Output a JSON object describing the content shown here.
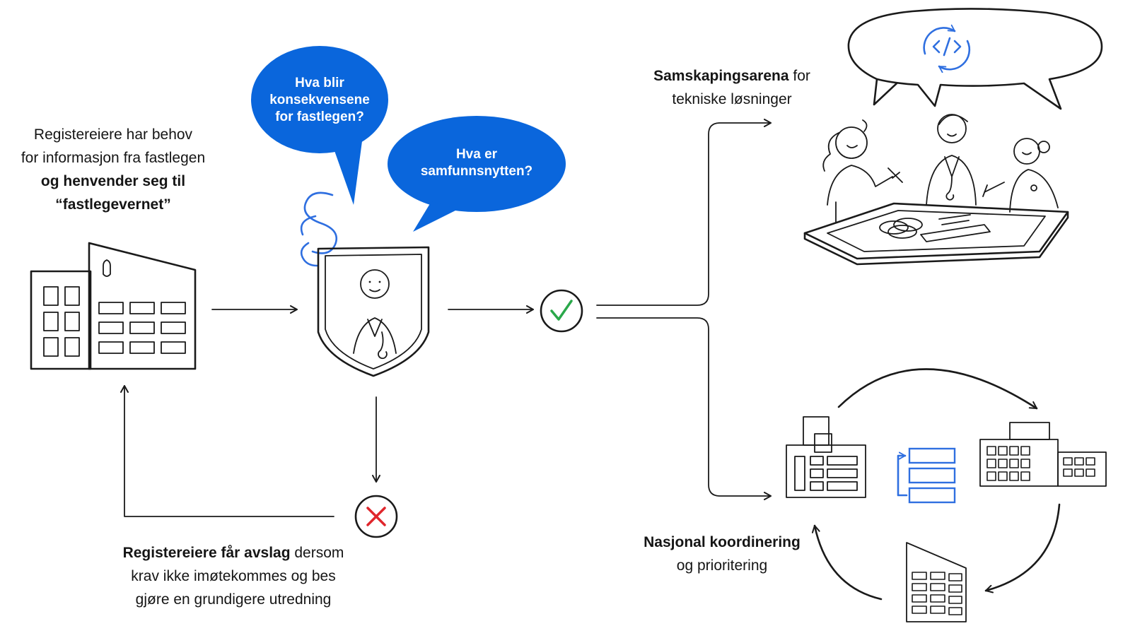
{
  "left_caption": {
    "line1": "Registereiere har behov",
    "line2": "for informasjon fra fastlegen",
    "line3_bold": "og henvender seg til",
    "line4_bold": "“fastlegevernet”"
  },
  "bubble_1": {
    "line1": "Hva blir",
    "line2": "konsekvensene",
    "line3": "for fastlegen?"
  },
  "bubble_2": {
    "line1": "Hva er",
    "line2": "samfunnsnytten?"
  },
  "rejection_caption": {
    "bold": "Registereiere får avslag",
    "line1_rest": " dersom",
    "line2": "krav ikke imøtekommes og bes",
    "line3": "gjøre en grundigere utredning"
  },
  "cocreation_caption": {
    "bold": "Samskapingsarena",
    "line1_rest": " for",
    "line2": "tekniske løsninger"
  },
  "coordination_caption": {
    "bold": "Nasjonal koordinering",
    "line2": "og prioritering"
  },
  "icons": {
    "paragraph": "paragraph-icon",
    "approval": "checkmark-icon",
    "rejection": "cross-icon",
    "code": "code-sync-icon"
  },
  "colors": {
    "bubble_blue": "#0a66dc",
    "accent_blue": "#2f6fe0",
    "approve_green": "#2aa84a",
    "reject_red": "#e0262c",
    "ink": "#1a1a1a"
  }
}
